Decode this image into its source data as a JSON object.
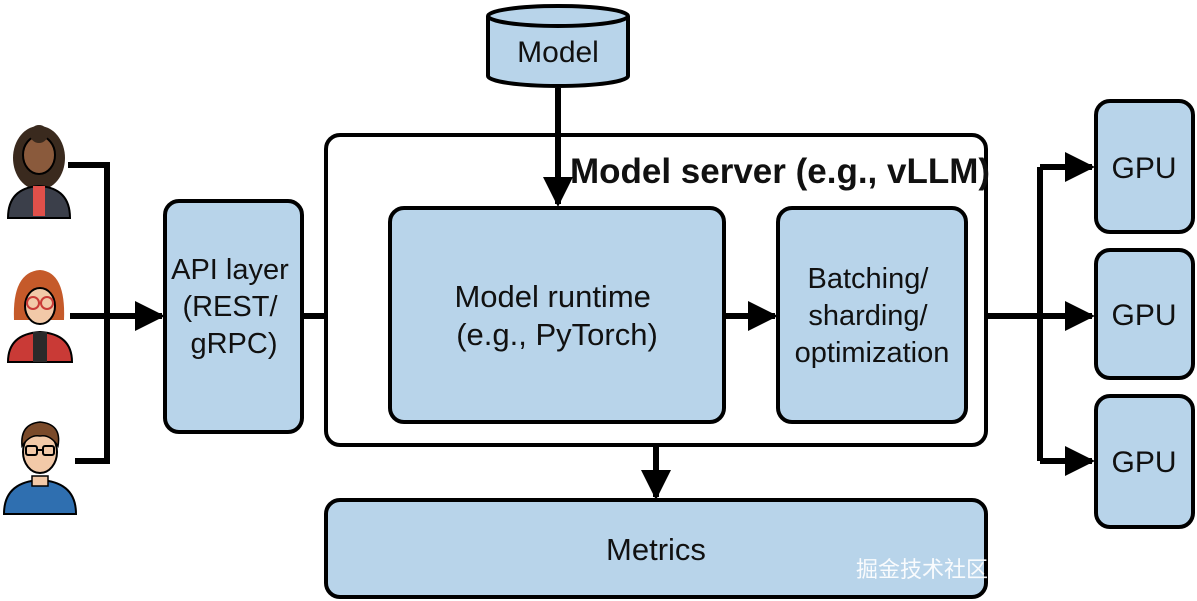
{
  "diagram": {
    "model_store": {
      "label": "Model"
    },
    "model_server": {
      "label": "Model server (e.g., vLLM)"
    },
    "api_layer": {
      "lines": [
        "API layer",
        "(REST/",
        "gRPC)"
      ]
    },
    "model_runtime": {
      "lines": [
        "Model runtime",
        "(e.g., PyTorch)"
      ]
    },
    "batching": {
      "lines": [
        "Batching/",
        "sharding/",
        "optimization"
      ]
    },
    "metrics": {
      "label": "Metrics"
    },
    "gpus": [
      {
        "label": "GPU"
      },
      {
        "label": "GPU"
      },
      {
        "label": "GPU"
      }
    ],
    "users": [
      {
        "icon": "user-avatar-woman-icon"
      },
      {
        "icon": "user-avatar-woman-glasses-icon"
      },
      {
        "icon": "user-avatar-man-glasses-icon"
      }
    ]
  },
  "colors": {
    "box_fill": "#b8d4ea",
    "stroke": "#000000",
    "server_fill": "#ffffff"
  },
  "watermark": {
    "text": "掘金技术社区 @ 数据智能老司机"
  }
}
